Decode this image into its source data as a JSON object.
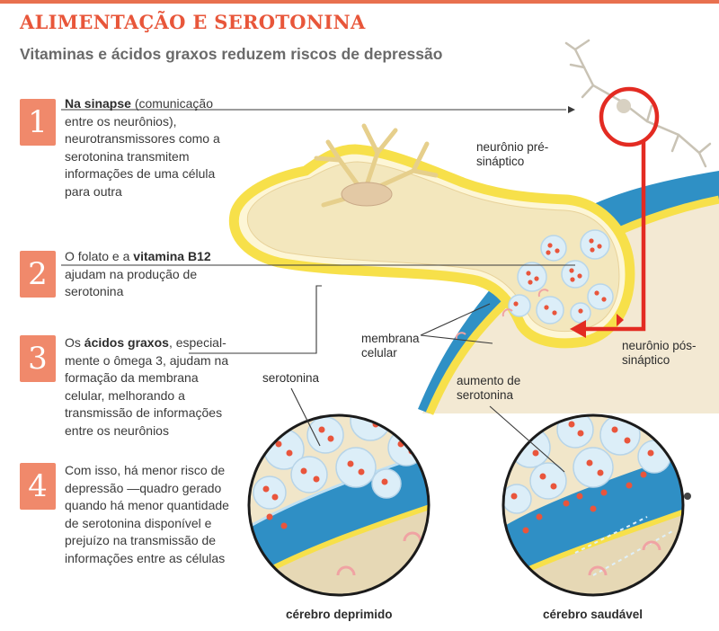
{
  "header": {
    "title": "ALIMENTAÇÃO E SEROTONINA",
    "subtitle": "Vitaminas e ácidos graxos reduzem riscos de depressão"
  },
  "steps": [
    {
      "number": "1",
      "parts": [
        {
          "text": "Na sinapse",
          "bold": true
        },
        {
          "text": " (comunicação entre os neurônios), neurotransmissores como a serotonina transmitem informações de uma célula para outra",
          "bold": false
        }
      ]
    },
    {
      "number": "2",
      "parts": [
        {
          "text": "O folato e a ",
          "bold": false
        },
        {
          "text": "vitamina B12",
          "bold": true
        },
        {
          "text": " ajudam na produção de serotonina",
          "bold": false
        }
      ]
    },
    {
      "number": "3",
      "parts": [
        {
          "text": "Os ",
          "bold": false
        },
        {
          "text": "ácidos graxos",
          "bold": true
        },
        {
          "text": ", especial-mente o ômega 3, ajudam na formação da membrana celular, melhorando a transmissão de informações entre os neurônios",
          "bold": false
        }
      ]
    },
    {
      "number": "4",
      "parts": [
        {
          "text": "Com isso, há menor risco de depressão —quadro gerado quando há menor quantidade de serotonina disponível e prejuízo na transmissão de informações entre as células",
          "bold": false
        }
      ]
    }
  ],
  "labels": {
    "pre": "neurônio pré-sináptico",
    "post": "neurônio pós-sináptico",
    "membrane": "membrana celular",
    "serotonin": "serotonina",
    "increase": "aumento de serotonina",
    "depressed": "cérebro deprimido",
    "healthy": "cérebro saudável"
  },
  "colors": {
    "accent": "#e8563a",
    "badge": "#f0896b",
    "membrane_yellow": "#f7e04a",
    "neuron_fill": "#f3e7bd",
    "cleft_blue": "#2f90c5",
    "vesicle": "#d8ebf6",
    "serotonin_dot": "#e9553c",
    "highlight_red": "#e32b22"
  }
}
